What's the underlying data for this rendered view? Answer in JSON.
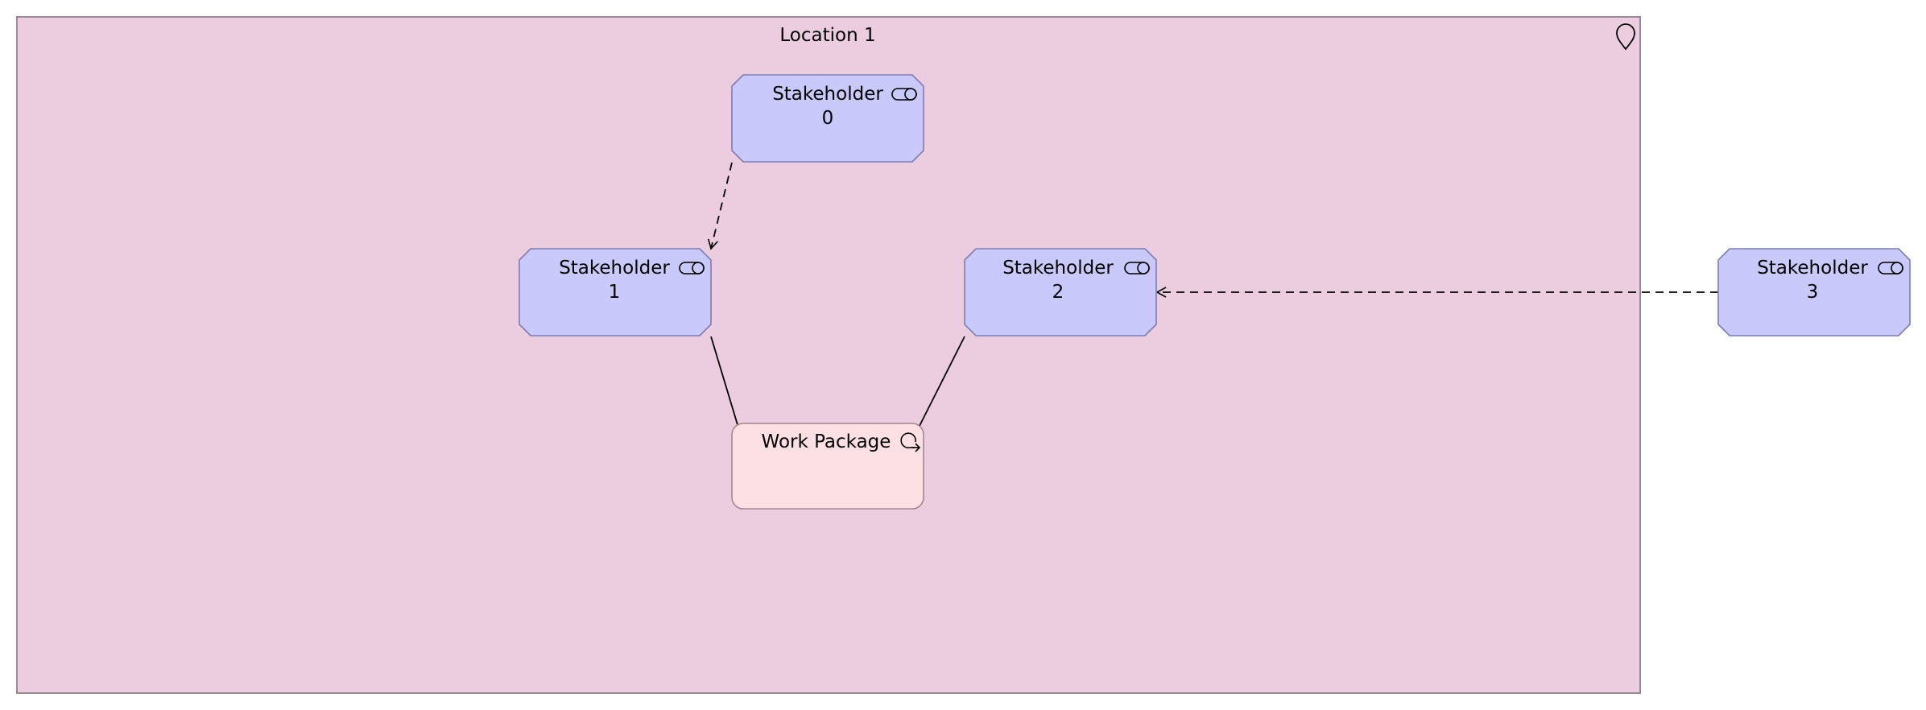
{
  "location": {
    "title": "Location 1",
    "icon": "location-pin-icon",
    "fill": "#eccde0",
    "stroke": "#9a8a98"
  },
  "stakeholder_style": {
    "fill": "#c9c9fb",
    "stroke": "#7d7db3",
    "icon": "stakeholder-icon"
  },
  "stakeholders": [
    {
      "id": "s0",
      "line1": "Stakeholder",
      "line2": "0"
    },
    {
      "id": "s1",
      "line1": "Stakeholder",
      "line2": "1"
    },
    {
      "id": "s2",
      "line1": "Stakeholder",
      "line2": "2"
    },
    {
      "id": "s3",
      "line1": "Stakeholder",
      "line2": "3"
    }
  ],
  "work_package": {
    "label": "Work Package",
    "icon": "work-package-icon",
    "fill": "#fde0e4",
    "stroke": "#a08890"
  },
  "connections": [
    {
      "from": "s0",
      "to": "s1",
      "style": "dashed-arrow"
    },
    {
      "from": "s3",
      "to": "s2",
      "style": "dashed-arrow"
    },
    {
      "from": "s1",
      "to": "wp",
      "style": "solid"
    },
    {
      "from": "s2",
      "to": "wp",
      "style": "solid"
    }
  ]
}
